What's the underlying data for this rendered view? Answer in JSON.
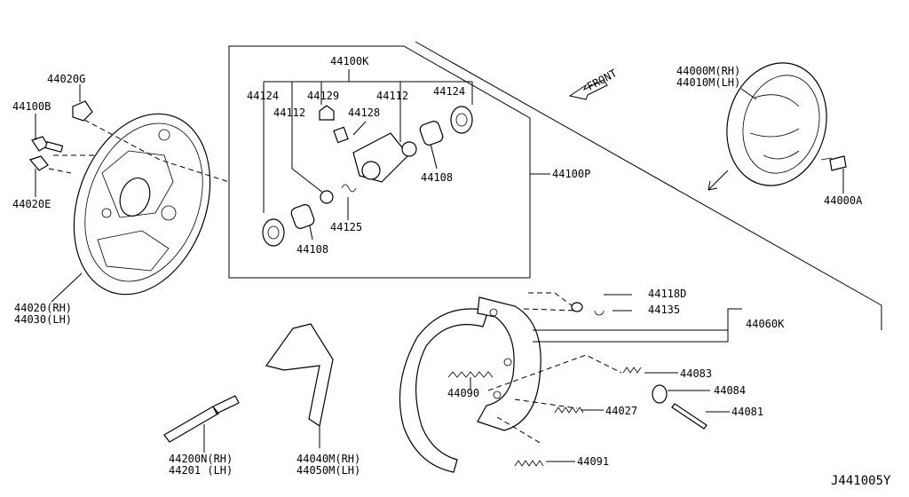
{
  "diagram": {
    "code": "J441005Y",
    "front_label": "FRONT",
    "labels": {
      "p44100K": "44100K",
      "p44124a": "44124",
      "p44129": "44129",
      "p44112a": "44112",
      "p44124b": "44124",
      "p44112b": "44112",
      "p44128": "44128",
      "p44108a": "44108",
      "p44108b": "44108",
      "p44125": "44125",
      "p44100P": "44100P",
      "p44020G": "44020G",
      "p44100B": "44100B",
      "p44020E": "44020E",
      "p44020RH": "44020(RH)",
      "p44030LH": "44030(LH)",
      "p44000M": "44000M(RH)",
      "p44010M": "44010M(LH)",
      "p44000A": "44000A",
      "p44118D": "44118D",
      "p44135": "44135",
      "p44060K": "44060K",
      "p44083": "44083",
      "p44084": "44084",
      "p44090": "44090",
      "p44027": "44027",
      "p44081": "44081",
      "p44091": "44091",
      "p44200N": "44200N(RH)",
      "p44201": "44201 (LH)",
      "p44040M": "44040M(RH)",
      "p44050M": "44050M(LH)"
    }
  }
}
